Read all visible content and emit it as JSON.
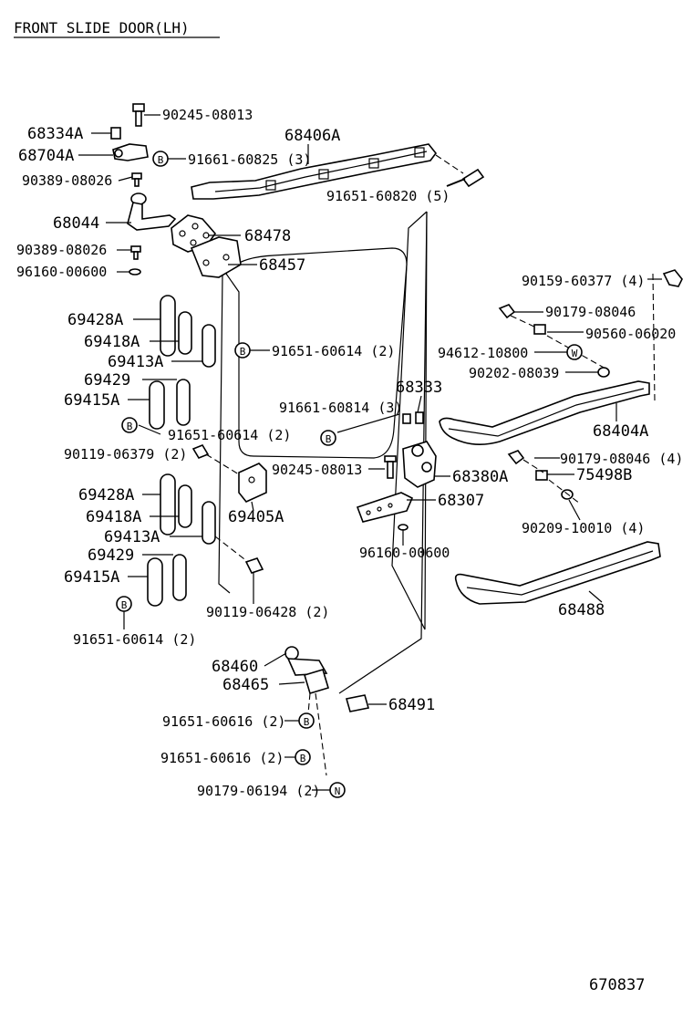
{
  "title": "FRONT SLIDE DOOR(LH)",
  "diagram_id": "670837",
  "labels": {
    "p1": "90245-08013",
    "p2": "68334A",
    "p3": "68406A",
    "p4": "68704A",
    "p5": "91661-60825 (3)",
    "p6": "90389-08026",
    "p7": "91651-60820 (5)",
    "p8": "68044",
    "p9": "68478",
    "p10": "90389-08026",
    "p11": "96160-00600",
    "p12": "68457",
    "p13": "90159-60377 (4)",
    "p14": "69428A",
    "p15": "90179-08046",
    "p16": "69418A",
    "p17": "90560-06020",
    "p18": "91651-60614 (2)",
    "p19": "69413A",
    "p20": "94612-10800",
    "p21": "69429",
    "p22": "90202-08039",
    "p23": "68333",
    "p24": "69415A",
    "p25": "91661-60814 (3)",
    "p26": "68404A",
    "p27": "91651-60614 (2)",
    "p28": "90119-06379 (2)",
    "p29": "90179-08046 (4)",
    "p30": "90245-08013",
    "p31": "68380A",
    "p32": "75498B",
    "p33": "69428A",
    "p34": "68307",
    "p35": "69405A",
    "p36": "69418A",
    "p37": "90209-10010 (4)",
    "p38": "69413A",
    "p39": "96160-00600",
    "p40": "69429",
    "p41": "69415A",
    "p42": "68488",
    "p43": "90119-06428 (2)",
    "p44": "91651-60614 (2)",
    "p45": "68460",
    "p46": "68465",
    "p47": "68491",
    "p48": "91651-60616 (2)",
    "p49": "91651-60616 (2)",
    "p50": "90179-06194 (2)"
  },
  "symbols": {
    "b": "B",
    "w": "W",
    "n": "N"
  }
}
